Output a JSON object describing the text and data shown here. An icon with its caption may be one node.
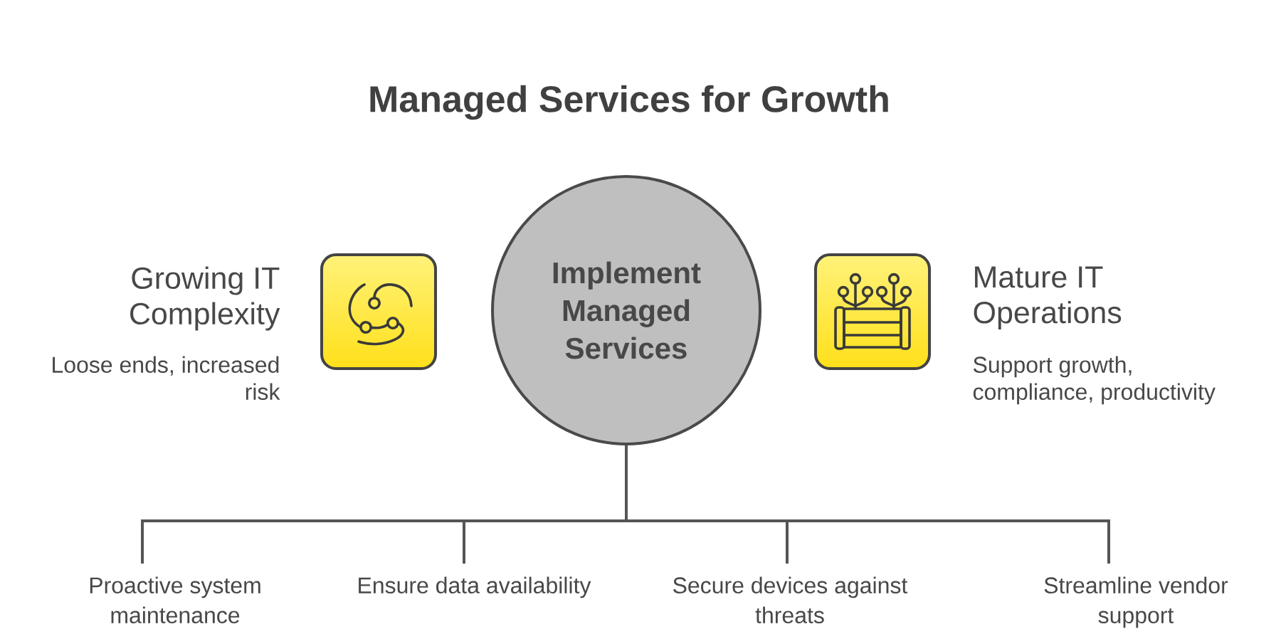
{
  "diagram": {
    "title": "Managed Services for Growth",
    "nodes": [
      {
        "text": [
          "Growing IT Complexity",
          "Loose ends, increased risk"
        ]
      },
      {
        "text": [
          "Implement Managed Services"
        ]
      },
      {
        "text": [
          "Mature IT Operations",
          "Support growth, compliance, productivity"
        ]
      },
      {
        "text": [
          "Proactive system maintenance"
        ]
      },
      {
        "text": [
          "Ensure data availability"
        ]
      },
      {
        "text": [
          "Secure devices against threats"
        ]
      },
      {
        "text": [
          "Streamline vendor support"
        ]
      }
    ],
    "edges": [
      {
        "from": 1,
        "to": 3,
        "arrow": "none"
      },
      {
        "from": 1,
        "to": 4,
        "arrow": "none"
      },
      {
        "from": 1,
        "to": 5,
        "arrow": "none"
      },
      {
        "from": 1,
        "to": 6,
        "arrow": "none"
      }
    ]
  }
}
